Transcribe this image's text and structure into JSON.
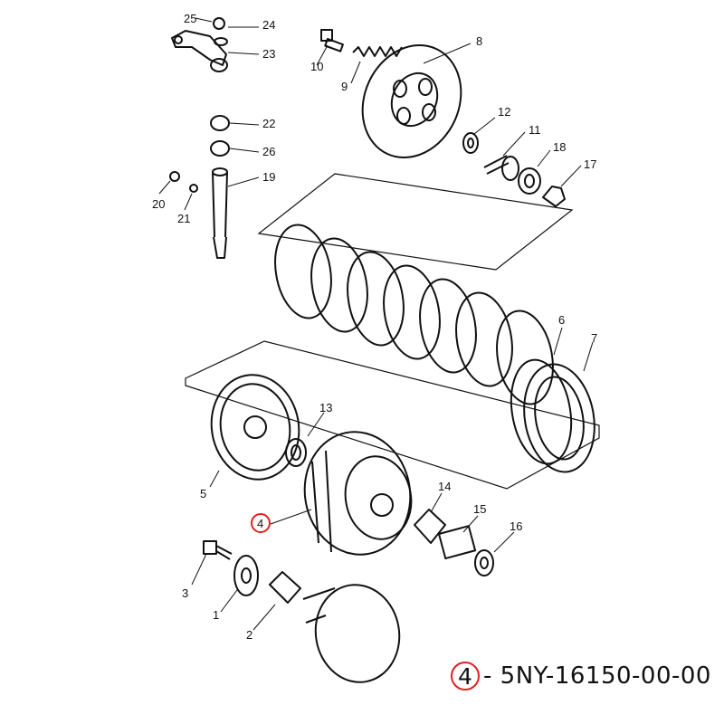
{
  "part_labels": [
    {
      "id": "p1",
      "text": "1"
    },
    {
      "id": "p2",
      "text": "2"
    },
    {
      "id": "p3",
      "text": "3"
    },
    {
      "id": "p4",
      "text": "4"
    },
    {
      "id": "p5",
      "text": "5"
    },
    {
      "id": "p6",
      "text": "6"
    },
    {
      "id": "p7",
      "text": "7"
    },
    {
      "id": "p8",
      "text": "8"
    },
    {
      "id": "p9",
      "text": "9"
    },
    {
      "id": "p10",
      "text": "10"
    },
    {
      "id": "p11",
      "text": "11"
    },
    {
      "id": "p12",
      "text": "12"
    },
    {
      "id": "p13",
      "text": "13"
    },
    {
      "id": "p14",
      "text": "14"
    },
    {
      "id": "p15",
      "text": "15"
    },
    {
      "id": "p16",
      "text": "16"
    },
    {
      "id": "p17",
      "text": "17"
    },
    {
      "id": "p18",
      "text": "18"
    },
    {
      "id": "p19",
      "text": "19"
    },
    {
      "id": "p20",
      "text": "20"
    },
    {
      "id": "p21",
      "text": "21"
    },
    {
      "id": "p22",
      "text": "22"
    },
    {
      "id": "p23",
      "text": "23"
    },
    {
      "id": "p24",
      "text": "24"
    },
    {
      "id": "p25",
      "text": "25"
    },
    {
      "id": "p26",
      "text": "26"
    }
  ],
  "highlight": {
    "label": "4",
    "color": "#e02020"
  },
  "caption": {
    "number": "4",
    "text": "- 5NY-16150-00-00"
  }
}
